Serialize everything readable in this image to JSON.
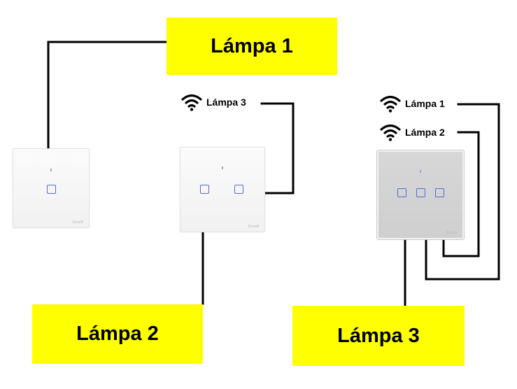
{
  "lamp_boxes": {
    "lamp1": "Lámpa 1",
    "lamp2": "Lámpa 2",
    "lamp3": "Lámpa 3"
  },
  "wifi_labels": {
    "switch2_ch2": "Lámpa 3",
    "switch3_ch2": "Lámpa 1",
    "switch3_ch3": "Lámpa 2"
  },
  "switches": {
    "single_gang_brand": "Sonoff",
    "double_gang_brand": "Sonoff",
    "triple_gang_brand": "Sonoff"
  },
  "colors": {
    "lamp_box_fill": "#ffff00",
    "wire": "#000000",
    "touch_key": "#4f6fd0",
    "switch_white": "#f5f5f5",
    "switch_grey": "#d3d3d3"
  },
  "icons": {
    "wifi": "wifi-icon"
  }
}
